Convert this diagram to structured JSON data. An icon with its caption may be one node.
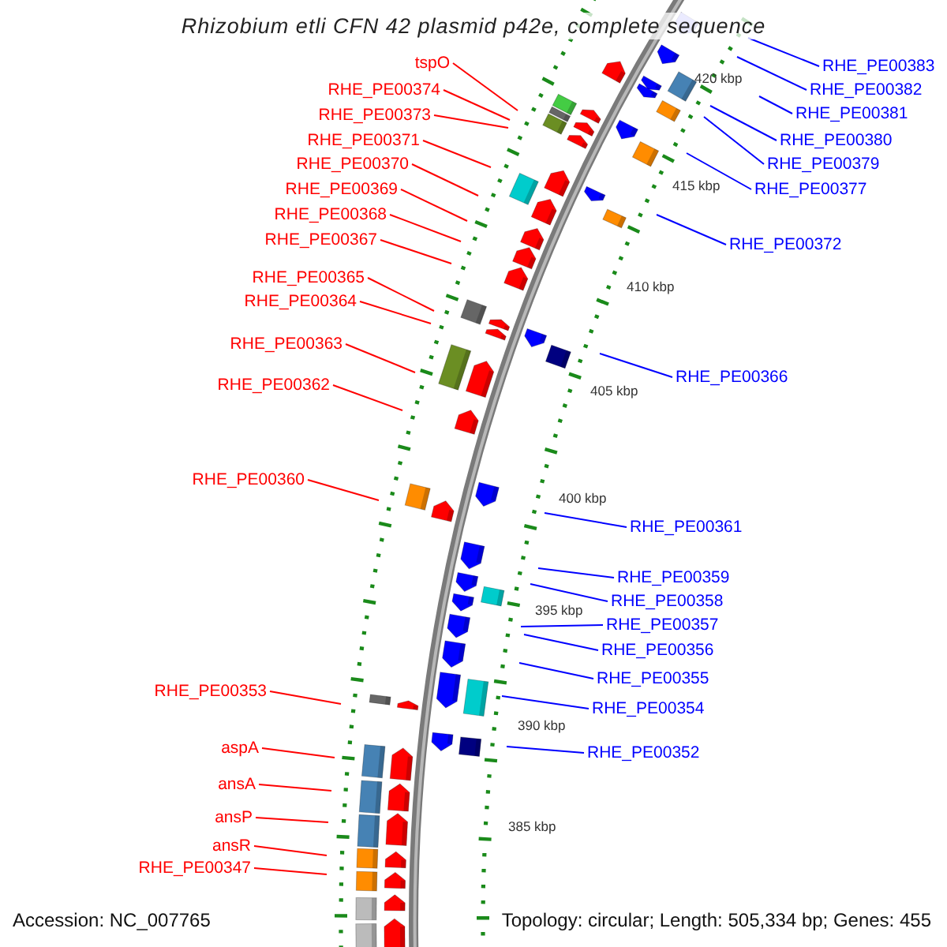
{
  "diagram": {
    "title": "Rhizobium etli CFN 42 plasmid p42e, complete sequence",
    "nodes": [
      {
        "text": [
          "tspO"
        ]
      },
      {
        "text": [
          "RHE_PE00374"
        ]
      },
      {
        "text": [
          "RHE_PE00373"
        ]
      },
      {
        "text": [
          "RHE_PE00371"
        ]
      },
      {
        "text": [
          "RHE_PE00370"
        ]
      },
      {
        "text": [
          "RHE_PE00369"
        ]
      },
      {
        "text": [
          "RHE_PE00368"
        ]
      },
      {
        "text": [
          "RHE_PE00367"
        ]
      },
      {
        "text": [
          "RHE_PE00365"
        ]
      },
      {
        "text": [
          "RHE_PE00364"
        ]
      },
      {
        "text": [
          "RHE_PE00363"
        ]
      },
      {
        "text": [
          "RHE_PE00362"
        ]
      },
      {
        "text": [
          "RHE_PE00360"
        ]
      },
      {
        "text": [
          "RHE_PE00353"
        ]
      },
      {
        "text": [
          "aspA"
        ]
      },
      {
        "text": [
          "ansA"
        ]
      },
      {
        "text": [
          "ansP"
        ]
      },
      {
        "text": [
          "ansR"
        ]
      },
      {
        "text": [
          "RHE_PE00347"
        ]
      },
      {
        "text": [
          "RHE_PE00383"
        ]
      },
      {
        "text": [
          "RHE_PE00382"
        ]
      },
      {
        "text": [
          "RHE_PE00381"
        ]
      },
      {
        "text": [
          "RHE_PE00380"
        ]
      },
      {
        "text": [
          "RHE_PE00379"
        ]
      },
      {
        "text": [
          "RHE_PE00377"
        ]
      },
      {
        "text": [
          "RHE_PE00372"
        ]
      },
      {
        "text": [
          "RHE_PE00366"
        ]
      },
      {
        "text": [
          "RHE_PE00361"
        ]
      },
      {
        "text": [
          "RHE_PE00359"
        ]
      },
      {
        "text": [
          "RHE_PE00358"
        ]
      },
      {
        "text": [
          "RHE_PE00357"
        ]
      },
      {
        "text": [
          "RHE_PE00356"
        ]
      },
      {
        "text": [
          "RHE_PE00355"
        ]
      },
      {
        "text": [
          "RHE_PE00354"
        ]
      },
      {
        "text": [
          "RHE_PE00352"
        ]
      }
    ],
    "edges": [
      {
        "from": 0,
        "to": null,
        "arrow": "none"
      },
      {
        "from": 1,
        "to": null,
        "arrow": "none"
      },
      {
        "from": 2,
        "to": null,
        "arrow": "none"
      },
      {
        "from": 3,
        "to": null,
        "arrow": "none"
      },
      {
        "from": 4,
        "to": null,
        "arrow": "none"
      },
      {
        "from": 5,
        "to": null,
        "arrow": "none"
      },
      {
        "from": 6,
        "to": null,
        "arrow": "none"
      },
      {
        "from": 7,
        "to": null,
        "arrow": "none"
      },
      {
        "from": 8,
        "to": null,
        "arrow": "none"
      },
      {
        "from": 9,
        "to": null,
        "arrow": "none"
      },
      {
        "from": 10,
        "to": null,
        "arrow": "none"
      },
      {
        "from": 11,
        "to": null,
        "arrow": "none"
      },
      {
        "from": 12,
        "to": null,
        "arrow": "none"
      },
      {
        "from": 13,
        "to": null,
        "arrow": "none"
      },
      {
        "from": 14,
        "to": null,
        "arrow": "none"
      },
      {
        "from": 15,
        "to": null,
        "arrow": "none"
      },
      {
        "from": 16,
        "to": null,
        "arrow": "none"
      },
      {
        "from": 17,
        "to": null,
        "arrow": "none"
      },
      {
        "from": 18,
        "to": null,
        "arrow": "none"
      },
      {
        "from": 19,
        "to": null,
        "arrow": "none",
        "color": "#0000ff"
      },
      {
        "from": 20,
        "to": null,
        "arrow": "none",
        "color": "#0000ff"
      },
      {
        "from": 21,
        "to": null,
        "arrow": "none",
        "color": "#0000ff"
      },
      {
        "from": 22,
        "to": null,
        "arrow": "none",
        "color": "#0000ff"
      },
      {
        "from": 23,
        "to": null,
        "arrow": "none",
        "color": "#0000ff"
      },
      {
        "from": 24,
        "to": null,
        "arrow": "none",
        "color": "#0000ff"
      },
      {
        "from": 25,
        "to": null,
        "arrow": "none",
        "color": "#0000ff"
      },
      {
        "from": 26,
        "to": null,
        "arrow": "none",
        "color": "#0000ff"
      },
      {
        "from": 27,
        "to": null,
        "arrow": "none",
        "color": "#0000ff"
      },
      {
        "from": 28,
        "to": null,
        "arrow": "none",
        "color": "#0000ff"
      },
      {
        "from": 29,
        "to": null,
        "arrow": "none",
        "color": "#0000ff"
      },
      {
        "from": 30,
        "to": null,
        "arrow": "none",
        "color": "#0000ff"
      },
      {
        "from": 31,
        "to": null,
        "arrow": "none",
        "color": "#0000ff"
      },
      {
        "from": 32,
        "to": null,
        "arrow": "none",
        "color": "#0000ff"
      },
      {
        "from": 33,
        "to": null,
        "arrow": "none",
        "color": "#0000ff"
      },
      {
        "from": 34,
        "to": null,
        "arrow": "none",
        "color": "#0000ff"
      }
    ],
    "labels": [
      "420 kbp",
      "415 kbp",
      "410 kbp",
      "405 kbp",
      "400 kbp",
      "395 kbp",
      "390 kbp",
      "385 kbp",
      "Accession: NC_007765",
      "Topology: circular; Length: 505,334 bp; Genes: 455"
    ]
  }
}
